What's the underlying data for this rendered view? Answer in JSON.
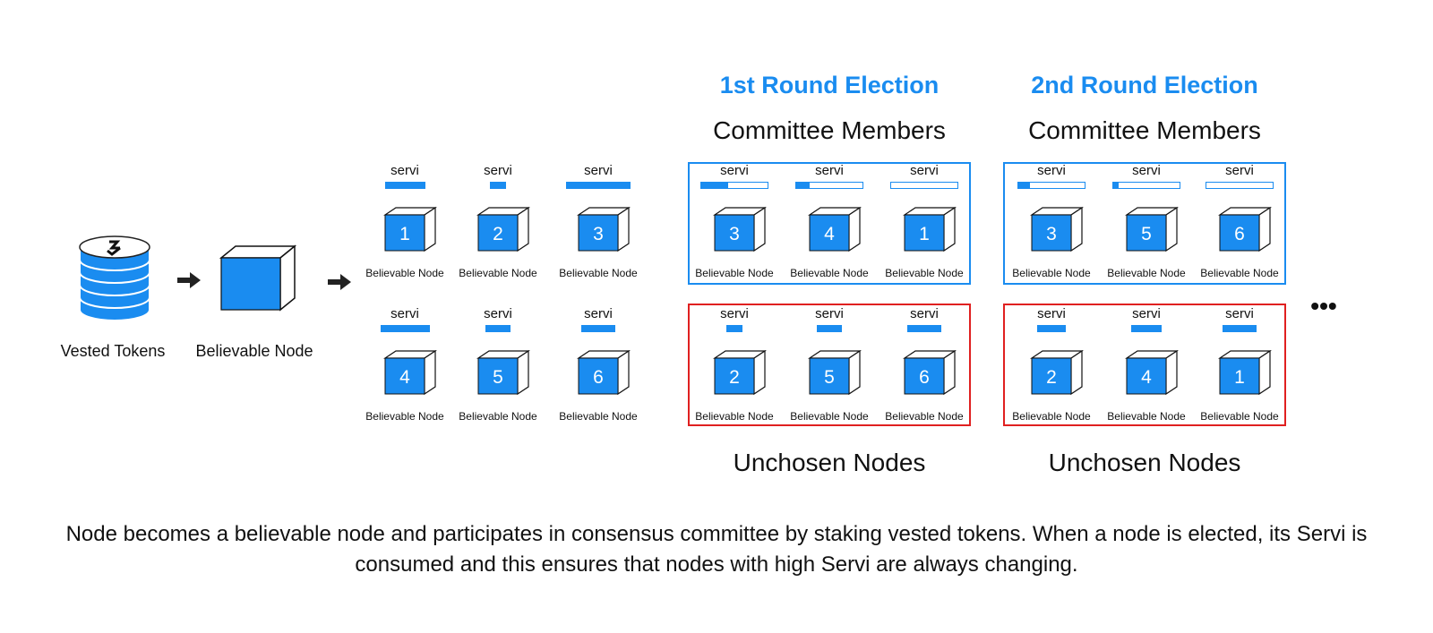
{
  "colors": {
    "accent": "#1a8cf0",
    "committee_border": "#1a8cf0",
    "unchosen_border": "#e02020"
  },
  "icons": {
    "token": "token-stack-icon",
    "node": "cube-icon",
    "arrow": "arrow-right-icon"
  },
  "left": {
    "vested_tokens": "Vested Tokens",
    "believable_node": "Believable Node"
  },
  "node_label": "Believable Node",
  "servi_label": "servi",
  "pool": [
    {
      "id": "1",
      "servi": 0.45
    },
    {
      "id": "2",
      "servi": 0.18
    },
    {
      "id": "3",
      "servi": 0.72
    },
    {
      "id": "4",
      "servi": 0.55
    },
    {
      "id": "5",
      "servi": 0.28
    },
    {
      "id": "6",
      "servi": 0.38
    }
  ],
  "rounds": [
    {
      "title": "1st Round Election",
      "committee_heading": "Committee Members",
      "unchosen_heading": "Unchosen Nodes",
      "committee": [
        {
          "id": "3",
          "servi": 0.4
        },
        {
          "id": "4",
          "servi": 0.2
        },
        {
          "id": "1",
          "servi": 0.0
        }
      ],
      "unchosen": [
        {
          "id": "2",
          "servi": 0.18
        },
        {
          "id": "5",
          "servi": 0.28
        },
        {
          "id": "6",
          "servi": 0.38
        }
      ]
    },
    {
      "title": "2nd Round Election",
      "committee_heading": "Committee Members",
      "unchosen_heading": "Unchosen Nodes",
      "committee": [
        {
          "id": "3",
          "servi": 0.18
        },
        {
          "id": "5",
          "servi": 0.08
        },
        {
          "id": "6",
          "servi": 0.0
        }
      ],
      "unchosen": [
        {
          "id": "2",
          "servi": 0.32
        },
        {
          "id": "4",
          "servi": 0.34
        },
        {
          "id": "1",
          "servi": 0.38
        }
      ]
    }
  ],
  "ellipsis": "•••",
  "caption": "Node becomes a believable node and participates in consensus committee by staking vested tokens. When a node is elected, its Servi is consumed and this ensures that nodes with high Servi are always changing."
}
